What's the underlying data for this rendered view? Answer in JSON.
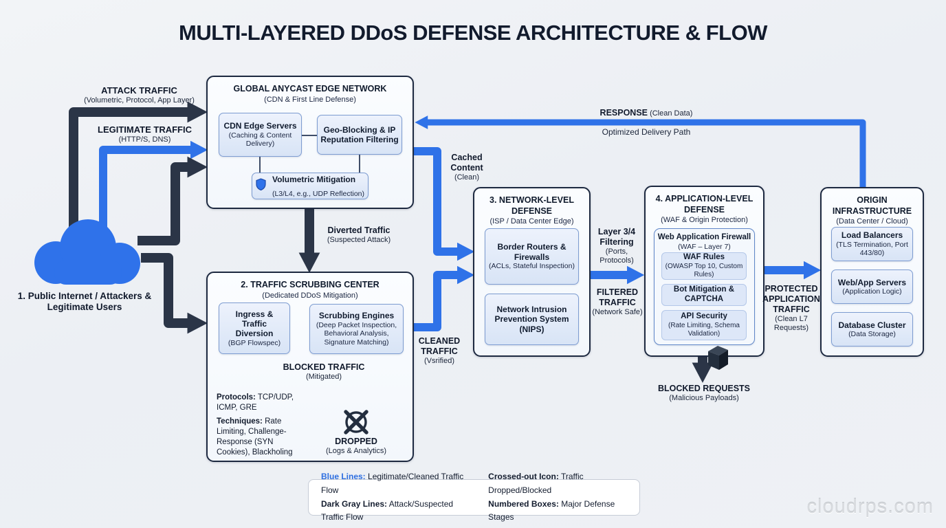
{
  "title": "MULTI-LAYERED DDoS DEFENSE ARCHITECTURE & FLOW",
  "watermark": "cloudrps.com",
  "colors": {
    "accent_blue": "#2f72e8",
    "dark_line": "#2b3547",
    "box_border": "#1d2940",
    "node_fill": "#dde7f8",
    "background": "#eef1f5"
  },
  "icons": [
    "cloud-icon",
    "shield-icon",
    "dropped-cross-icon",
    "blocked-cube-icon"
  ],
  "source": {
    "label": "1. Public Internet / Attackers & Legitimate Users"
  },
  "flows": {
    "attack": {
      "title": "ATTACK TRAFFIC",
      "sub": "(Volumetric, Protocol, App Layer)"
    },
    "legitimate": {
      "title": "LEGITIMATE TRAFFIC",
      "sub": "(HTTP/S, DNS)"
    },
    "diverted": {
      "title": "Diverted Traffic",
      "sub": "(Suspected Attack)"
    },
    "cached": {
      "title": "Cached Content",
      "sub": "(Clean)"
    },
    "cleaned": {
      "title": "CLEANED TRAFFIC",
      "sub": "(Vsrified)"
    },
    "layer34": {
      "title": "Layer 3/4 Filtering",
      "sub": "(Ports, Protocols)"
    },
    "filtered": {
      "title": "FILTERED TRAFFIC",
      "sub": "(Network Safe)"
    },
    "protected": {
      "title": "PROTECTED APPLICATION TRAFFIC",
      "sub": "(Clean L7 Requests)"
    },
    "response": {
      "title": "RESPONSE",
      "title_note": " (Clean Data)",
      "sub": "Optimized Delivery Path"
    },
    "blocked_traffic": {
      "title": "BLOCKED TRAFFIC",
      "sub": "(Mitigated)"
    },
    "dropped": {
      "title": "DROPPED",
      "sub": "(Logs & Analytics)"
    },
    "blocked_requests": {
      "title": "BLOCKED REQUESTS",
      "sub": "(Malicious Payloads)"
    }
  },
  "edge_network": {
    "title": "GLOBAL ANYCAST EDGE NETWORK",
    "subtitle": "(CDN & First Line Defense)",
    "nodes": [
      {
        "title": "CDN Edge Servers",
        "sub": "(Caching & Content Delivery)"
      },
      {
        "title": "Geo-Blocking & IP Reputation Filtering",
        "sub": ""
      },
      {
        "title": "Volumetric Mitigation",
        "sub": "(L3/L4, e.g., UDP Reflection)"
      }
    ]
  },
  "scrubbing_center": {
    "title": "2. TRAFFIC SCRUBBING CENTER",
    "subtitle": "(Dedicated DDoS Mitigation)",
    "ingress": {
      "title": "Ingress & Traffic Diversion",
      "sub": "(BGP Flowspec)"
    },
    "engines": {
      "title": "Scrubbing Engines",
      "sub": "(Deep Packet Inspection, Behavioral Analysis, Signature Matching)"
    },
    "notes": [
      {
        "label": "Protocols:",
        "text": " TCP/UDP, ICMP, GRE"
      },
      {
        "label": "Techniques:",
        "text": " Rate Limiting, Challenge-Response (SYN Cookies), Blackholing"
      }
    ]
  },
  "network_defense": {
    "title": "3. NETWORK-LEVEL DEFENSE",
    "subtitle": "(ISP / Data Center Edge)",
    "nodes": [
      {
        "title": "Border Routers & Firewalls",
        "sub": "(ACLs, Stateful Inspection)"
      },
      {
        "title": "Network Intrusion Prevention System (NIPS)",
        "sub": ""
      }
    ]
  },
  "app_defense": {
    "title": "4. APPLICATION-LEVEL DEFENSE",
    "subtitle": "(WAF & Origin Protection)",
    "waf": {
      "title": "Web Application Firewall",
      "sub": "(WAF – Layer 7)"
    },
    "nodes": [
      {
        "title": "WAF Rules",
        "sub": "(OWASP Top 10, Custom Rules)"
      },
      {
        "title": "Bot Mitigation & CAPTCHA",
        "sub": ""
      },
      {
        "title": "API Security",
        "sub": "(Rate Limiting, Schema Validation)"
      }
    ]
  },
  "origin": {
    "title": "ORIGIN INFRASTRUCTURE",
    "subtitle": "(Data Center / Cloud)",
    "nodes": [
      {
        "title": "Load Balancers",
        "sub": "(TLS Termination, Port 443/80)"
      },
      {
        "title": "Web/App Servers",
        "sub": "(Application Logic)"
      },
      {
        "title": "Database Cluster",
        "sub": "(Data Storage)"
      }
    ]
  },
  "legend": [
    {
      "label": "Blue Lines:",
      "text": " Legitimate/Cleaned Traffic Flow"
    },
    {
      "label": "Crossed-out Icon:",
      "text": " Traffic Dropped/Blocked"
    },
    {
      "label": "Dark Gray Lines:",
      "text": " Attack/Suspected Traffic Flow"
    },
    {
      "label": "Numbered Boxes:",
      "text": " Major Defense Stages"
    }
  ]
}
